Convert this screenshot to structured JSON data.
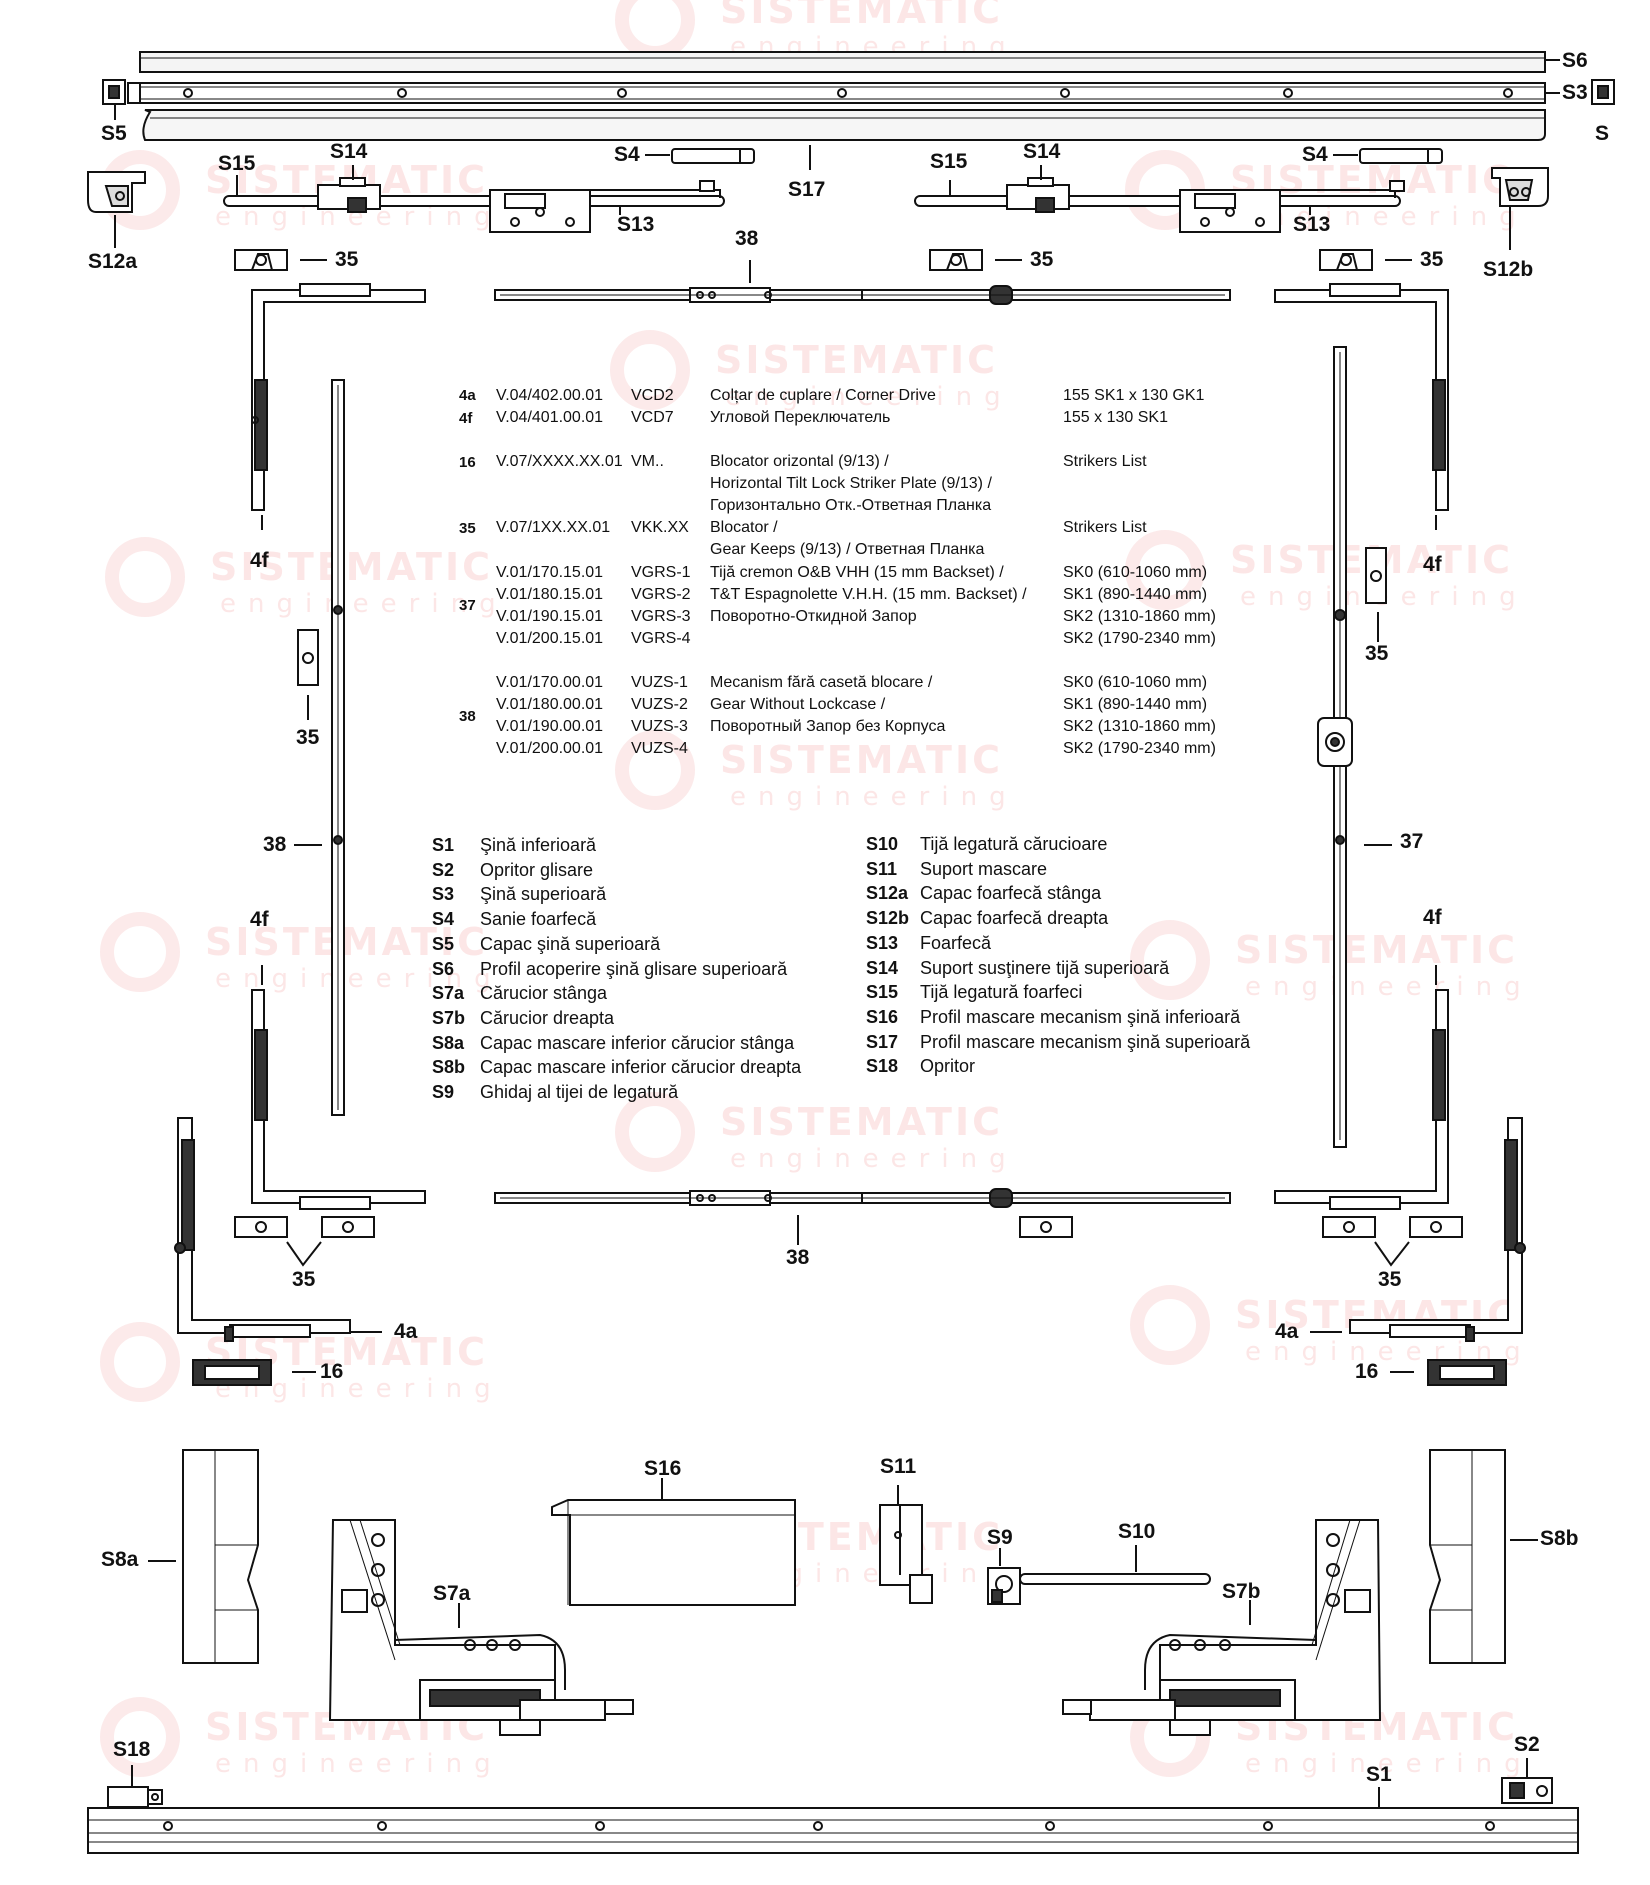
{
  "watermark": {
    "brand": "SISTEMATIC",
    "tagline": "engineering"
  },
  "labels": {
    "s6": "S6",
    "s3": "S3",
    "s5": "S5",
    "s_right": "S",
    "s17": "S17",
    "s15_left": "S15",
    "s14_left": "S14",
    "s4_left": "S4",
    "s13_left": "S13",
    "s15_right": "S15",
    "s14_right": "S14",
    "s4_right": "S4",
    "s13_right": "S13",
    "s12a": "S12a",
    "s12b": "S12b",
    "n35": "35",
    "n38": "38",
    "n37": "37",
    "n4f": "4f",
    "n4a": "4a",
    "n16": "16",
    "s8a": "S8a",
    "s8b": "S8b",
    "s16": "S16",
    "s11": "S11",
    "s9": "S9",
    "s10": "S10",
    "s7a": "S7a",
    "s7b": "S7b",
    "s18": "S18",
    "s2": "S2",
    "s1": "S1"
  },
  "parts_table": {
    "rows": [
      {
        "group": "4a",
        "code": "V.04/402.00.01",
        "ref": "VCD2",
        "desc": "Colțar de cuplare / Corner Drive",
        "size": "155 SK1 x 130 GK1"
      },
      {
        "group": "4f",
        "code": "V.04/401.00.01",
        "ref": "VCD7",
        "desc": "Угловой Переключатель",
        "size": "155 x 130 SK1"
      },
      {
        "group": "16",
        "code": "V.07/XXXX.XX.01",
        "ref": "VM..",
        "desc": "Blocator orizontal (9/13) /",
        "size": "Strikers List"
      },
      {
        "group": "",
        "code": "",
        "ref": "",
        "desc": "Horizontal Tilt Lock Striker Plate (9/13) /",
        "size": ""
      },
      {
        "group": "",
        "code": "",
        "ref": "",
        "desc": "Горизонтально Отк.-Ответная Планка",
        "size": ""
      },
      {
        "group": "35",
        "code": "V.07/1XX.XX.01",
        "ref": "VKK.XX",
        "desc": "Blocator /",
        "size": "Strikers List"
      },
      {
        "group": "",
        "code": "",
        "ref": "",
        "desc": "Gear Keeps (9/13) / Ответная Планка",
        "size": ""
      },
      {
        "group": "",
        "code": "V.01/170.15.01",
        "ref": "VGRS-1",
        "desc": "Tijă cremon O&B VHH (15 mm Backset) /",
        "size": "SK0 (610-1060 mm)"
      },
      {
        "group": "",
        "code": "V.01/180.15.01",
        "ref": "VGRS-2",
        "desc": "T&T Espagnolette V.H.H. (15 mm. Backset) /",
        "size": "SK1 (890-1440 mm)"
      },
      {
        "group": "",
        "code": "V.01/190.15.01",
        "ref": "VGRS-3",
        "desc": "Поворотно-Откидной Запор",
        "size": "SK2 (1310-1860 mm)"
      },
      {
        "group": "",
        "code": "V.01/200.15.01",
        "ref": "VGRS-4",
        "desc": "",
        "size": "SK2 (1790-2340 mm)"
      },
      {
        "group": "",
        "code": "V.01/170.00.01",
        "ref": "VUZS-1",
        "desc": "Mecanism fără casetă blocare /",
        "size": "SK0 (610-1060 mm)"
      },
      {
        "group": "",
        "code": "V.01/180.00.01",
        "ref": "VUZS-2",
        "desc": "Gear Without Lockcase /",
        "size": "SK1 (890-1440 mm)"
      },
      {
        "group": "",
        "code": "V.01/190.00.01",
        "ref": "VUZS-3",
        "desc": "Поворотный Запор без Корпуса",
        "size": "SK2 (1310-1860 mm)"
      },
      {
        "group": "",
        "code": "V.01/200.00.01",
        "ref": "VUZS-4",
        "desc": "",
        "size": "SK2 (1790-2340 mm)"
      }
    ],
    "group_37": "37",
    "group_38": "38"
  },
  "legend_left": [
    {
      "code": "S1",
      "text": "Şină inferioară"
    },
    {
      "code": "S2",
      "text": "Opritor glisare"
    },
    {
      "code": "S3",
      "text": "Şină superioară"
    },
    {
      "code": "S4",
      "text": "Sanie foarfecă"
    },
    {
      "code": "S5",
      "text": "Capac şină superioară"
    },
    {
      "code": "S6",
      "text": "Profil acoperire şină glisare superioară"
    },
    {
      "code": "S7a",
      "text": "Cărucior stânga"
    },
    {
      "code": "S7b",
      "text": "Cărucior dreapta"
    },
    {
      "code": "S8a",
      "text": "Capac mascare inferior cărucior stânga"
    },
    {
      "code": "S8b",
      "text": "Capac mascare inferior cărucior dreapta"
    },
    {
      "code": "S9",
      "text": "Ghidaj al tijei de legatură"
    }
  ],
  "legend_right": [
    {
      "code": "S10",
      "text": "Tijă legatură cărucioare"
    },
    {
      "code": "S11",
      "text": "Suport mascare"
    },
    {
      "code": "S12a",
      "text": "Capac foarfecă stânga"
    },
    {
      "code": "S12b",
      "text": "Capac foarfecă dreapta"
    },
    {
      "code": "S13",
      "text": "Foarfecă"
    },
    {
      "code": "S14",
      "text": "Suport susţinere tijă superioară"
    },
    {
      "code": "S15",
      "text": "Tijă legatură foarfeci"
    },
    {
      "code": "S16",
      "text": "Profil mascare mecanism şină inferioară"
    },
    {
      "code": "S17",
      "text": "Profil mascare mecanism şină superioară"
    },
    {
      "code": "S18",
      "text": "Opritor"
    }
  ]
}
